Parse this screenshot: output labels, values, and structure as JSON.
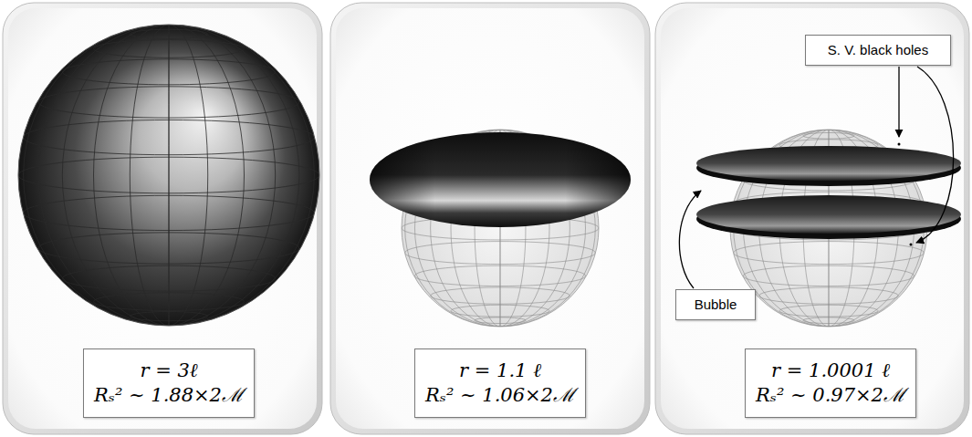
{
  "diagram": {
    "nodes": [
      {
        "text": [
          "r = 3ℓ",
          "Rₛ² ~ 1.88×2ℳ"
        ]
      },
      {
        "text": [
          "r = 1.1 ℓ",
          "Rₛ² ~ 1.06×2ℳ"
        ]
      },
      {
        "text": [
          "S. V. black holes"
        ]
      },
      {
        "text": [
          "Bubble"
        ]
      },
      {
        "text": [
          "r = 1.0001 ℓ",
          "Rₛ² ~ 0.97×2ℳ"
        ]
      }
    ]
  }
}
